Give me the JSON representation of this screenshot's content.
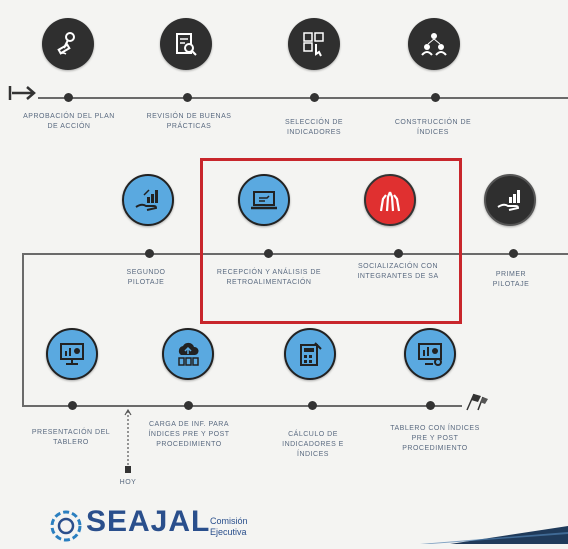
{
  "steps_row1": [
    {
      "label": "APROBACIÓN DEL PLAN DE ACCIÓN",
      "icon": "stamp-icon"
    },
    {
      "label": "REVISIÓN DE BUENAS PRÁCTICAS",
      "icon": "document-search-icon"
    },
    {
      "label": "SELECCIÓN DE INDICADORES",
      "icon": "touch-select-icon"
    },
    {
      "label": "CONSTRUCCIÓN DE ÍNDICES",
      "icon": "team-network-icon"
    }
  ],
  "steps_row2": [
    {
      "label": "SEGUNDO PILOTAJE",
      "icon": "growth-hand-icon"
    },
    {
      "label": "RECEPCIÓN Y ANÁLISIS DE RETROALIMENTACIÓN",
      "icon": "laptop-feedback-icon"
    },
    {
      "label": "SOCIALIZACIÓN CON INTEGRANTES DE SA",
      "icon": "hands-team-icon"
    },
    {
      "label": "PRIMER PILOTAJE",
      "icon": "growth-hand-icon"
    }
  ],
  "steps_row3": [
    {
      "label": "PRESENTACIÓN DEL TABLERO",
      "icon": "monitor-chart-icon"
    },
    {
      "label": "CARGA DE INF. PARA ÍNDICES PRE Y POST PROCEDIMIENTO",
      "icon": "cloud-upload-icon"
    },
    {
      "label": "CÁLCULO DE INDICADORES E ÍNDICES",
      "icon": "calculator-icon"
    },
    {
      "label": "TABLERO CON ÍNDICES PRE Y POST PROCEDIMIENTO",
      "icon": "monitor-settings-icon"
    }
  ],
  "marker_label": "HOY",
  "brand": {
    "name": "SEAJAL",
    "sub_line1": "Comisión",
    "sub_line2": "Ejecutiva"
  }
}
